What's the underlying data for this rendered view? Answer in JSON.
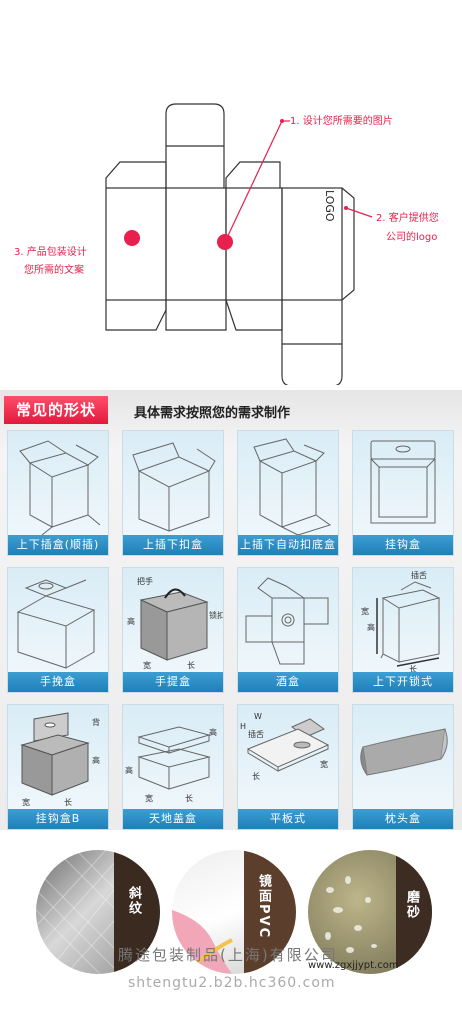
{
  "dieline": {
    "logo_text": "LOGO",
    "annotations": [
      {
        "text": "1. 设计您所需要的图片"
      },
      {
        "text": "2. 客户提供您"
      },
      {
        "text": "公司的logo"
      },
      {
        "text": "3. 产品包装设计"
      },
      {
        "text": "您所需的文案"
      }
    ],
    "accent_color": "#e8204d"
  },
  "box_types": {
    "title": "常见的形状",
    "subtitle": "具体需求按照您的需求制作",
    "cards": [
      {
        "label": "上下插盒(顺插)"
      },
      {
        "label": "上插下扣盒"
      },
      {
        "label": "上插下自动扣底盒"
      },
      {
        "label": "挂钩盒"
      },
      {
        "label": "手挽盒"
      },
      {
        "label": "手提盒"
      },
      {
        "label": "酒盒"
      },
      {
        "label": "上下开锁式"
      },
      {
        "label": "挂钩盒B"
      },
      {
        "label": "天地盖盒"
      },
      {
        "label": "平板式"
      },
      {
        "label": "枕头盒"
      }
    ],
    "dims": {
      "handle": "把手",
      "lock": "锁扣",
      "high": "高",
      "wide": "宽",
      "long": "长",
      "tongue": "插舌",
      "back": "背",
      "w": "W",
      "h": "H",
      "tongue2": "插舌"
    }
  },
  "materials": {
    "items": [
      {
        "label": "斜纹"
      },
      {
        "label": "镜面PVC"
      },
      {
        "label": "磨砂"
      }
    ]
  },
  "footer": {
    "company": "腾途包装制品(上海)有限公司",
    "watermark": "www.zgxjjypt.com",
    "site": "shtengtu2.b2b.hc360.com"
  }
}
